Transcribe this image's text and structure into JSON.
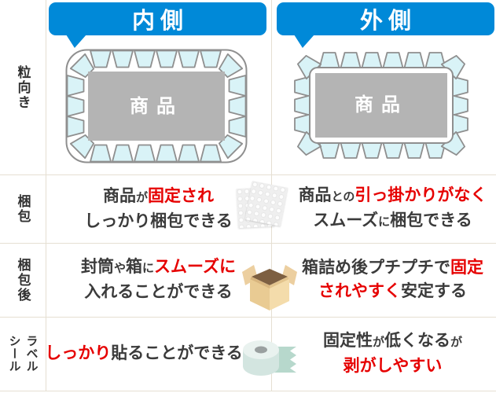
{
  "header": {
    "inner": "内側",
    "outer": "外側"
  },
  "side_labels": {
    "grain_direction": "粒向き",
    "packing": "梱包",
    "after_packing": "梱包後",
    "seal": "シール",
    "label": "ラベル"
  },
  "diagram": {
    "product": "商品"
  },
  "rows": {
    "packing": {
      "inner": {
        "l1a": "商品",
        "l1b": "が",
        "l1c": "固定され",
        "l2": "しっかり梱包できる"
      },
      "outer": {
        "l1a": "商品",
        "l1b": "との",
        "l1c": "引っ掛かりがなく",
        "l2a": "スムーズ",
        "l2b": "に",
        "l2c": "梱包できる"
      }
    },
    "after": {
      "inner": {
        "l1a": "封筒",
        "l1b": "や",
        "l1c": "箱",
        "l1d": "に",
        "l1e": "スムーズに",
        "l2": "入れることができる"
      },
      "outer": {
        "l1a": "箱詰め後プチプチで",
        "l1b": "固定",
        "l2a": "されやすく",
        "l2b": "安定する"
      }
    },
    "seal": {
      "inner": {
        "l1a": "しっかり",
        "l1b": "貼ることができる"
      },
      "outer": {
        "l1a": "固定性",
        "l1b": "が",
        "l1c": "低くなる",
        "l1d": "が",
        "l2": "剥がしやすい"
      }
    }
  },
  "icons": {
    "row_packing": "bubble-wrap-sheets-icon",
    "row_after": "cardboard-box-icon",
    "row_seal": "tape-roll-icon"
  },
  "colors": {
    "banner_blue": "#0089d8",
    "accent_red": "#e60000",
    "text_dark": "#3b3b3b",
    "bubble_fill": "#d9f3f7",
    "bubble_stroke": "#8f8f8f",
    "product_gray": "#b4b4b4",
    "grid_line": "#e5dfd2"
  }
}
